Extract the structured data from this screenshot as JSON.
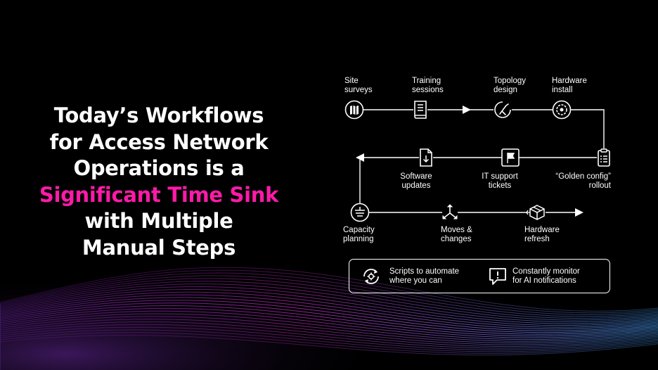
{
  "headline": {
    "lines": [
      "Today’s Workflows",
      "for Access Network",
      "Operations is a",
      "Significant Time Sink",
      "with Multiple",
      "Manual Steps"
    ],
    "accent_color": "#ff1aa9"
  },
  "flow": {
    "row1": [
      {
        "lines": [
          "Site",
          "surveys"
        ],
        "icon": "site-survey-icon"
      },
      {
        "lines": [
          "Training",
          "sessions"
        ],
        "icon": "training-book-icon"
      },
      {
        "lines": [
          "Topology",
          "design"
        ],
        "icon": "topology-compass-icon"
      },
      {
        "lines": [
          "Hardware",
          "install"
        ],
        "icon": "hardware-install-gear-icon"
      }
    ],
    "row2": [
      {
        "lines": [
          "“Golden config”",
          "rollout"
        ],
        "icon": "clipboard-checklist-icon"
      },
      {
        "lines": [
          "IT support",
          "tickets"
        ],
        "icon": "ticket-flag-icon"
      },
      {
        "lines": [
          "Software",
          "updates"
        ],
        "icon": "software-download-icon"
      }
    ],
    "row3": [
      {
        "lines": [
          "Capacity",
          "planning"
        ],
        "icon": "capacity-planning-icon"
      },
      {
        "lines": [
          "Moves &",
          "changes"
        ],
        "icon": "moves-arrows-icon"
      },
      {
        "lines": [
          "Hardware",
          "refresh"
        ],
        "icon": "hardware-refresh-box-icon"
      }
    ]
  },
  "callout": {
    "items": [
      {
        "lines": [
          "Scripts to automate",
          "where you can"
        ],
        "icon": "automation-cycle-icon"
      },
      {
        "lines": [
          "Constantly monitor",
          "for AI notifications"
        ],
        "icon": "alert-chat-icon"
      }
    ]
  }
}
